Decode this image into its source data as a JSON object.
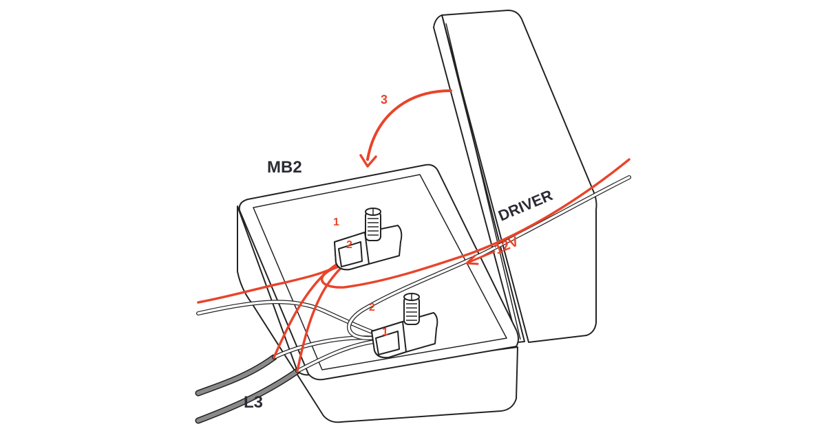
{
  "labels": {
    "box": "MB2",
    "lid_step": "3",
    "driver": "DRIVER",
    "voltage": "12V",
    "upper_terminal_pos1": "1",
    "upper_terminal_pos2": "2",
    "lower_terminal_pos1": "1",
    "lower_terminal_pos2": "2",
    "cable": "L3"
  },
  "colors": {
    "red_wire": "#e8442a",
    "outline": "#222222",
    "white_wire": "#ffffff",
    "grey_cable": "#8a8a8a",
    "text_dark": "#2b2b35"
  },
  "icons": {
    "lid_arrow": "curved-arrow-icon",
    "voltage_arrow": "arrow-left-icon",
    "terminal_screw": "screw-icon"
  }
}
